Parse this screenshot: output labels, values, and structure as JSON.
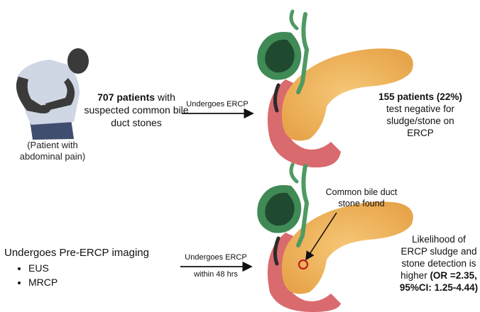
{
  "top": {
    "patient_count_bold": "707 patients",
    "patient_count_rest": " with suspected common bile duct stones",
    "patient_caption": "(Patient  with abdominal pain)",
    "arrow_label": "Undergoes ERCP",
    "result_bold": "155 patients (22%)",
    "result_rest": " test negative for sludge/stone on ERCP"
  },
  "bottom": {
    "pre_imaging_title": "Undergoes Pre-ERCP imaging",
    "pre_imaging_items": [
      "EUS",
      "MRCP"
    ],
    "arrow_label_1": "Undergoes ERCP",
    "arrow_label_2": "within 48 hrs",
    "stone_found_label": "Common bile duct stone found",
    "likelihood_rest": "Likelihood of ERCP sludge and stone detection is higher ",
    "likelihood_bold": "(OR =2.35, 95%CI: 1.25-4.44)"
  },
  "colors": {
    "skin": "#3a3a3a",
    "shirt": "#cfd6e4",
    "jeans": "#3f4d6e",
    "gallbladder": "#3f8a55",
    "gallbladder_dark": "#1f4a30",
    "pancreas": "#f0b75e",
    "duodenum": "#d96a6e",
    "stone_marker": "#c0121c"
  }
}
